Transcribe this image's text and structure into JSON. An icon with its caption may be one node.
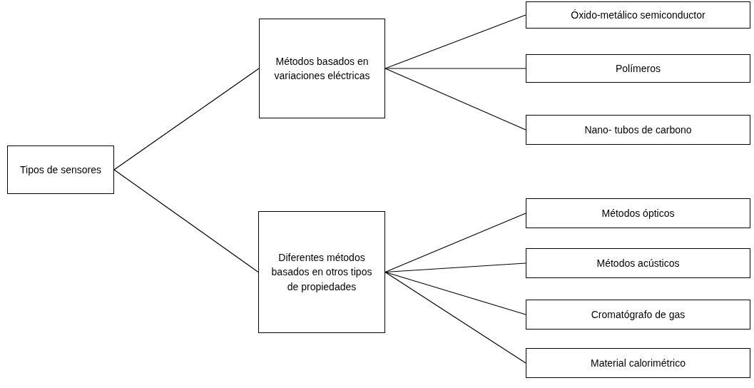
{
  "diagram": {
    "nodes": [
      {
        "text": [
          "Tipos de sensores"
        ]
      },
      {
        "text": [
          "Métodos basados en variaciones eléctricas"
        ]
      },
      {
        "text": [
          "Diferentes métodos basados en otros tipos de propiedades"
        ]
      },
      {
        "text": [
          "Óxido-metálico semiconductor"
        ]
      },
      {
        "text": [
          "Polímeros"
        ]
      },
      {
        "text": [
          "Nano- tubos de carbono"
        ]
      },
      {
        "text": [
          "Métodos ópticos"
        ]
      },
      {
        "text": [
          "Métodos acústicos"
        ]
      },
      {
        "text": [
          "Cromatógrafo de gas"
        ]
      },
      {
        "text": [
          "Material calorimétrico"
        ]
      }
    ],
    "edges": [
      {
        "from": 0,
        "to": 1,
        "arrow": "none"
      },
      {
        "from": 0,
        "to": 2,
        "arrow": "none"
      },
      {
        "from": 1,
        "to": 3,
        "arrow": "none"
      },
      {
        "from": 1,
        "to": 4,
        "arrow": "none"
      },
      {
        "from": 1,
        "to": 5,
        "arrow": "none"
      },
      {
        "from": 2,
        "to": 6,
        "arrow": "none"
      },
      {
        "from": 2,
        "to": 7,
        "arrow": "none"
      },
      {
        "from": 2,
        "to": 8,
        "arrow": "none"
      },
      {
        "from": 2,
        "to": 9,
        "arrow": "none"
      }
    ]
  }
}
